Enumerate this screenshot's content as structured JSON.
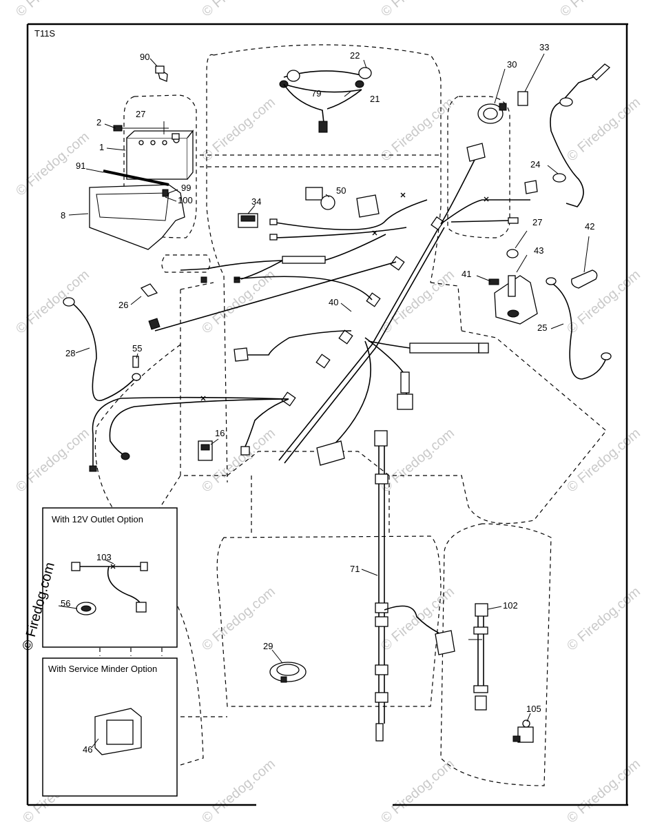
{
  "diagram": {
    "code": "T11S",
    "insets": {
      "outlet_title": "With 12V Outlet Option",
      "minder_title": "With Service Minder Option"
    },
    "callouts": {
      "p90": "90",
      "p2": "2",
      "p27a": "27",
      "p1": "1",
      "p91": "91",
      "p99": "99",
      "p100": "100",
      "p8": "8",
      "p22": "22",
      "p79": "79",
      "p21": "21",
      "p30": "30",
      "p33": "33",
      "p24": "24",
      "p50": "50",
      "p34": "34",
      "p27b": "27",
      "p42": "42",
      "p43": "43",
      "p41": "41",
      "p26": "26",
      "p40": "40",
      "p25": "25",
      "p28": "28",
      "p55": "55",
      "p16": "16",
      "p71": "71",
      "p102": "102",
      "p103": "103",
      "p56": "56",
      "p29": "29",
      "p105": "105",
      "p46": "46"
    },
    "watermark": {
      "text": "© Firedog.com",
      "side_text": "© Firedog.com"
    }
  }
}
